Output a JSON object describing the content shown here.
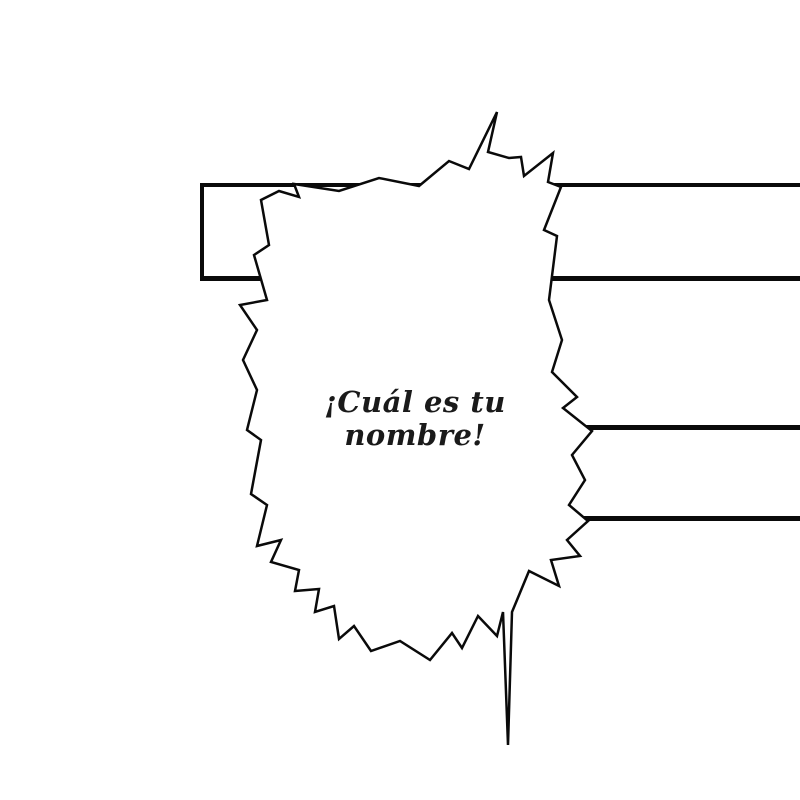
{
  "panel": {
    "background_color": "#ffffff",
    "line_color": "#0a0a0a"
  },
  "speech_bubble": {
    "shape": "jagged-shout-bubble",
    "fill_color": "#ffffff",
    "stroke_color": "#0a0a0a",
    "text_color": "#1a1a1a",
    "line1": "¡Cuál es tu",
    "line2": "nombre!"
  }
}
